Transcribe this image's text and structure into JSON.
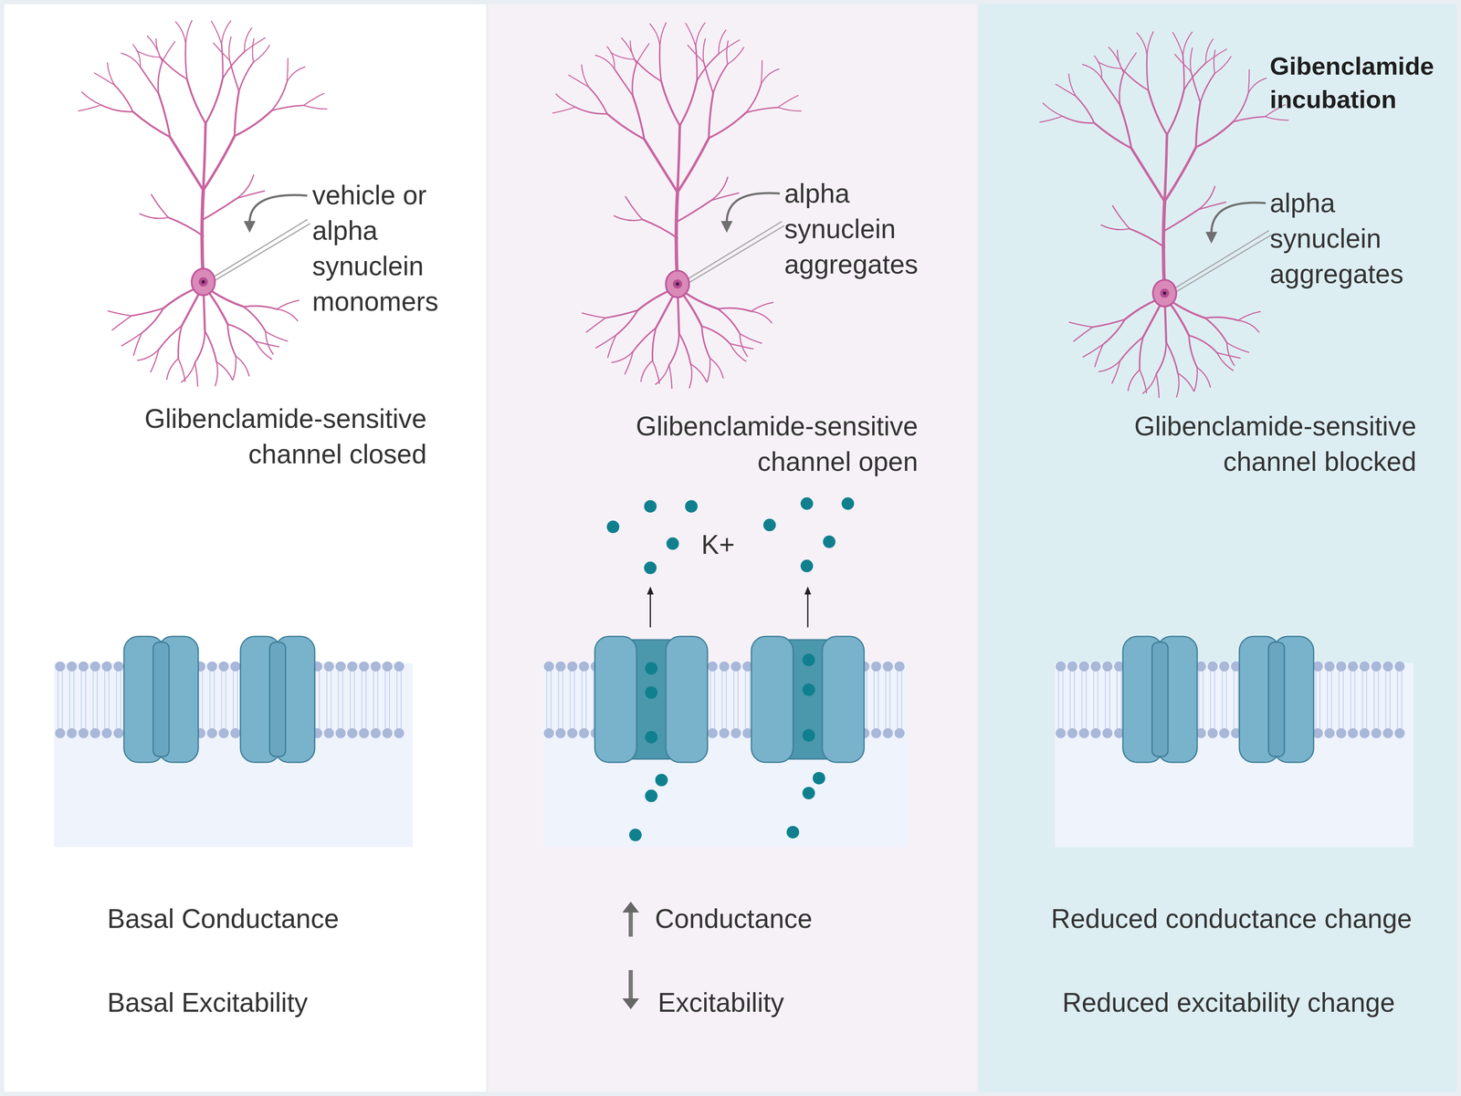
{
  "diagram": {
    "nodes": [
      {
        "text": [
          "vehicle or alpha synuclein monomers",
          "Glibenclamide-sensitive channel closed",
          "Basal Conductance",
          "Basal Excitability"
        ]
      },
      {
        "text": [
          "alpha synuclein aggregates",
          "Glibenclamide-sensitive channel open",
          "K+",
          "Conductance",
          "Excitability"
        ]
      },
      {
        "text": [
          "Gibenclamide incubation",
          "alpha synuclein aggregates",
          "Glibenclamide-sensitive channel blocked",
          "Reduced conductance change",
          "Reduced excitability change"
        ]
      }
    ]
  }
}
